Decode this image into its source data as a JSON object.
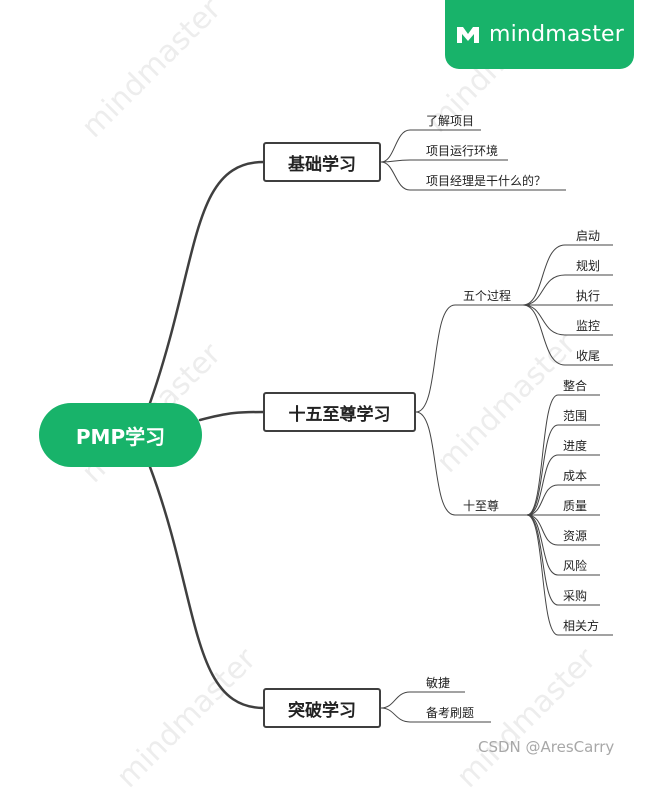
{
  "brand": {
    "text": "mindmaster",
    "color": "#18b36a"
  },
  "watermark": "mindmaster",
  "footer_credit": "CSDN @AresCarry",
  "root": {
    "label": "PMP学习",
    "color": "#18b36a"
  },
  "topics": [
    {
      "label": "基础学习",
      "children": [
        "了解项目",
        "项目运行环境",
        "项目经理是干什么的？"
      ]
    },
    {
      "label": "十五至尊学习",
      "groups": [
        {
          "label": "五个过程",
          "children": [
            "启动",
            "规划",
            "执行",
            "监控",
            "收尾"
          ]
        },
        {
          "label": "十至尊",
          "children": [
            "整合",
            "范围",
            "进度",
            "成本",
            "质量",
            "资源",
            "风险",
            "采购",
            "相关方"
          ]
        }
      ]
    },
    {
      "label": "突破学习",
      "children": [
        "敏捷",
        "备考刷题"
      ]
    }
  ]
}
